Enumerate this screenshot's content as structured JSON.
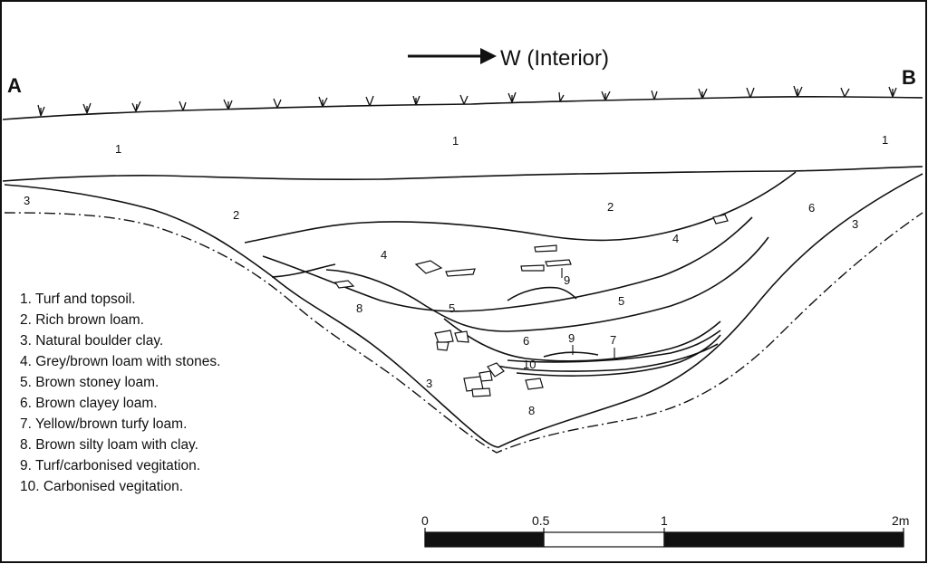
{
  "frame": {
    "border_color": "#111111"
  },
  "direction": {
    "label": "W (Interior)",
    "icon": "right-arrow-icon"
  },
  "corners": {
    "left": "A",
    "right": "B"
  },
  "layer_labels": [
    {
      "key": "top-left",
      "text": "1"
    },
    {
      "key": "top-mid",
      "text": "1"
    },
    {
      "key": "top-right",
      "text": "1"
    },
    {
      "key": "l2-left",
      "text": "2"
    },
    {
      "key": "l2-right",
      "text": "2"
    },
    {
      "key": "l3-topleft",
      "text": "3"
    },
    {
      "key": "l3-right",
      "text": "3"
    },
    {
      "key": "l3-bottom",
      "text": "3"
    },
    {
      "key": "l4-left",
      "text": "4"
    },
    {
      "key": "l4-right",
      "text": "4"
    },
    {
      "key": "l5-left",
      "text": "5"
    },
    {
      "key": "l5-right",
      "text": "5"
    },
    {
      "key": "l6-right",
      "text": "6"
    },
    {
      "key": "l6-mid",
      "text": "6"
    },
    {
      "key": "l7",
      "text": "7"
    },
    {
      "key": "l8-left",
      "text": "8"
    },
    {
      "key": "l8-bottom",
      "text": "8"
    },
    {
      "key": "l9-upper",
      "text": "9"
    },
    {
      "key": "l9-lower",
      "text": "9"
    },
    {
      "key": "l10",
      "text": "10"
    }
  ],
  "legend": [
    "1.  Turf and topsoil.",
    "2.  Rich brown loam.",
    "3.  Natural boulder clay.",
    "4.  Grey/brown loam with stones.",
    "5.  Brown stoney loam.",
    "6.  Brown clayey loam.",
    "7.  Yellow/brown turfy loam.",
    "8.  Brown silty loam with clay.",
    "9.  Turf/carbonised vegitation.",
    "10. Carbonised vegitation."
  ],
  "scale_bar": {
    "ticks": [
      "0",
      "0.5",
      "1",
      "2m"
    ],
    "segments": [
      "black",
      "white",
      "black",
      "black"
    ]
  }
}
